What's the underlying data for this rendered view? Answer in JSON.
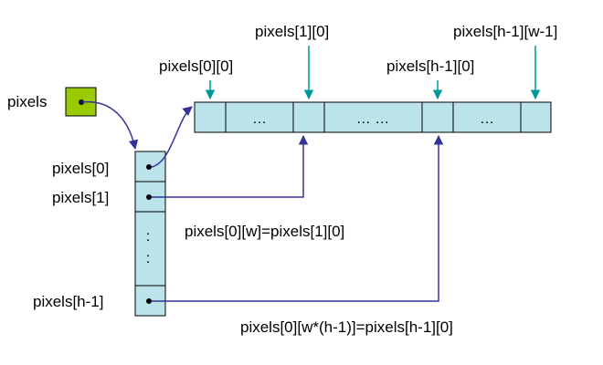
{
  "colors": {
    "cell_fill": "#bde3ea",
    "pointer_fill": "#99cc00",
    "connector": "#33339a",
    "index_arrow": "#009999",
    "outline": "#000000"
  },
  "labels": {
    "pixels": "pixels",
    "p00": "pixels[0][0]",
    "p10": "pixels[1][0]",
    "ph10": "pixels[h-1][0]",
    "ph1w1": "pixels[h-1][w-1]",
    "row0": "pixels[0]",
    "row1": "pixels[1]",
    "rowh1": "pixels[h-1]",
    "eq1": "pixels[0][w]=pixels[1][0]",
    "eq2": "pixels[0][w*(h-1)]=pixels[h-1][0]"
  },
  "data_row": {
    "ellipsis_1": "…",
    "ellipsis_2": "… …",
    "ellipsis_3": "…"
  },
  "pointer_column": {
    "vertical_dots": ":"
  }
}
